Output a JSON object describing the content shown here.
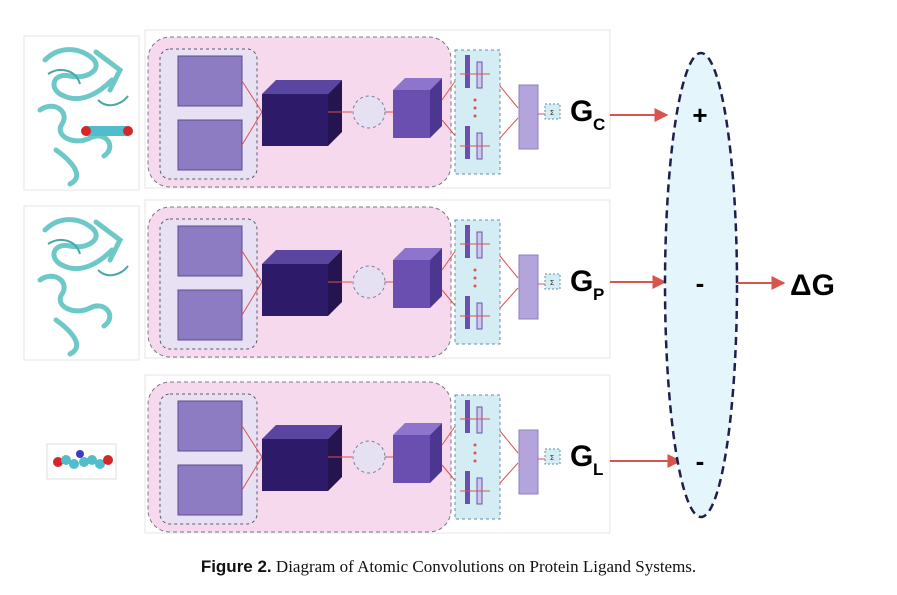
{
  "rows": [
    {
      "name": "complex",
      "energy": "G",
      "energy_sub": "C",
      "operator": "+"
    },
    {
      "name": "protein",
      "energy": "G",
      "energy_sub": "P",
      "operator": "-"
    },
    {
      "name": "ligand",
      "energy": "G",
      "energy_sub": "L",
      "operator": "-"
    }
  ],
  "sum_symbol": "Σ",
  "output_label": "ΔG",
  "caption": {
    "lead": "Figure 2.",
    "text": "Diagram of Atomic Convolutions on Protein Ligand Systems."
  },
  "colors": {
    "panel_fill": "#f6d9ec",
    "input_fill": "#8e7cc3",
    "conv_dark": "#2d1b69",
    "conv_mid": "#6a4fb0",
    "fc_fill": "#d4ecf4",
    "arrow": "#d9534f",
    "ellipse_fill": "#e4f6fb",
    "ellipse_stroke": "#1d1f4d",
    "protein": "#6fc8c8",
    "ligand_red": "#d62728",
    "ligand_cyan": "#53bccc"
  }
}
